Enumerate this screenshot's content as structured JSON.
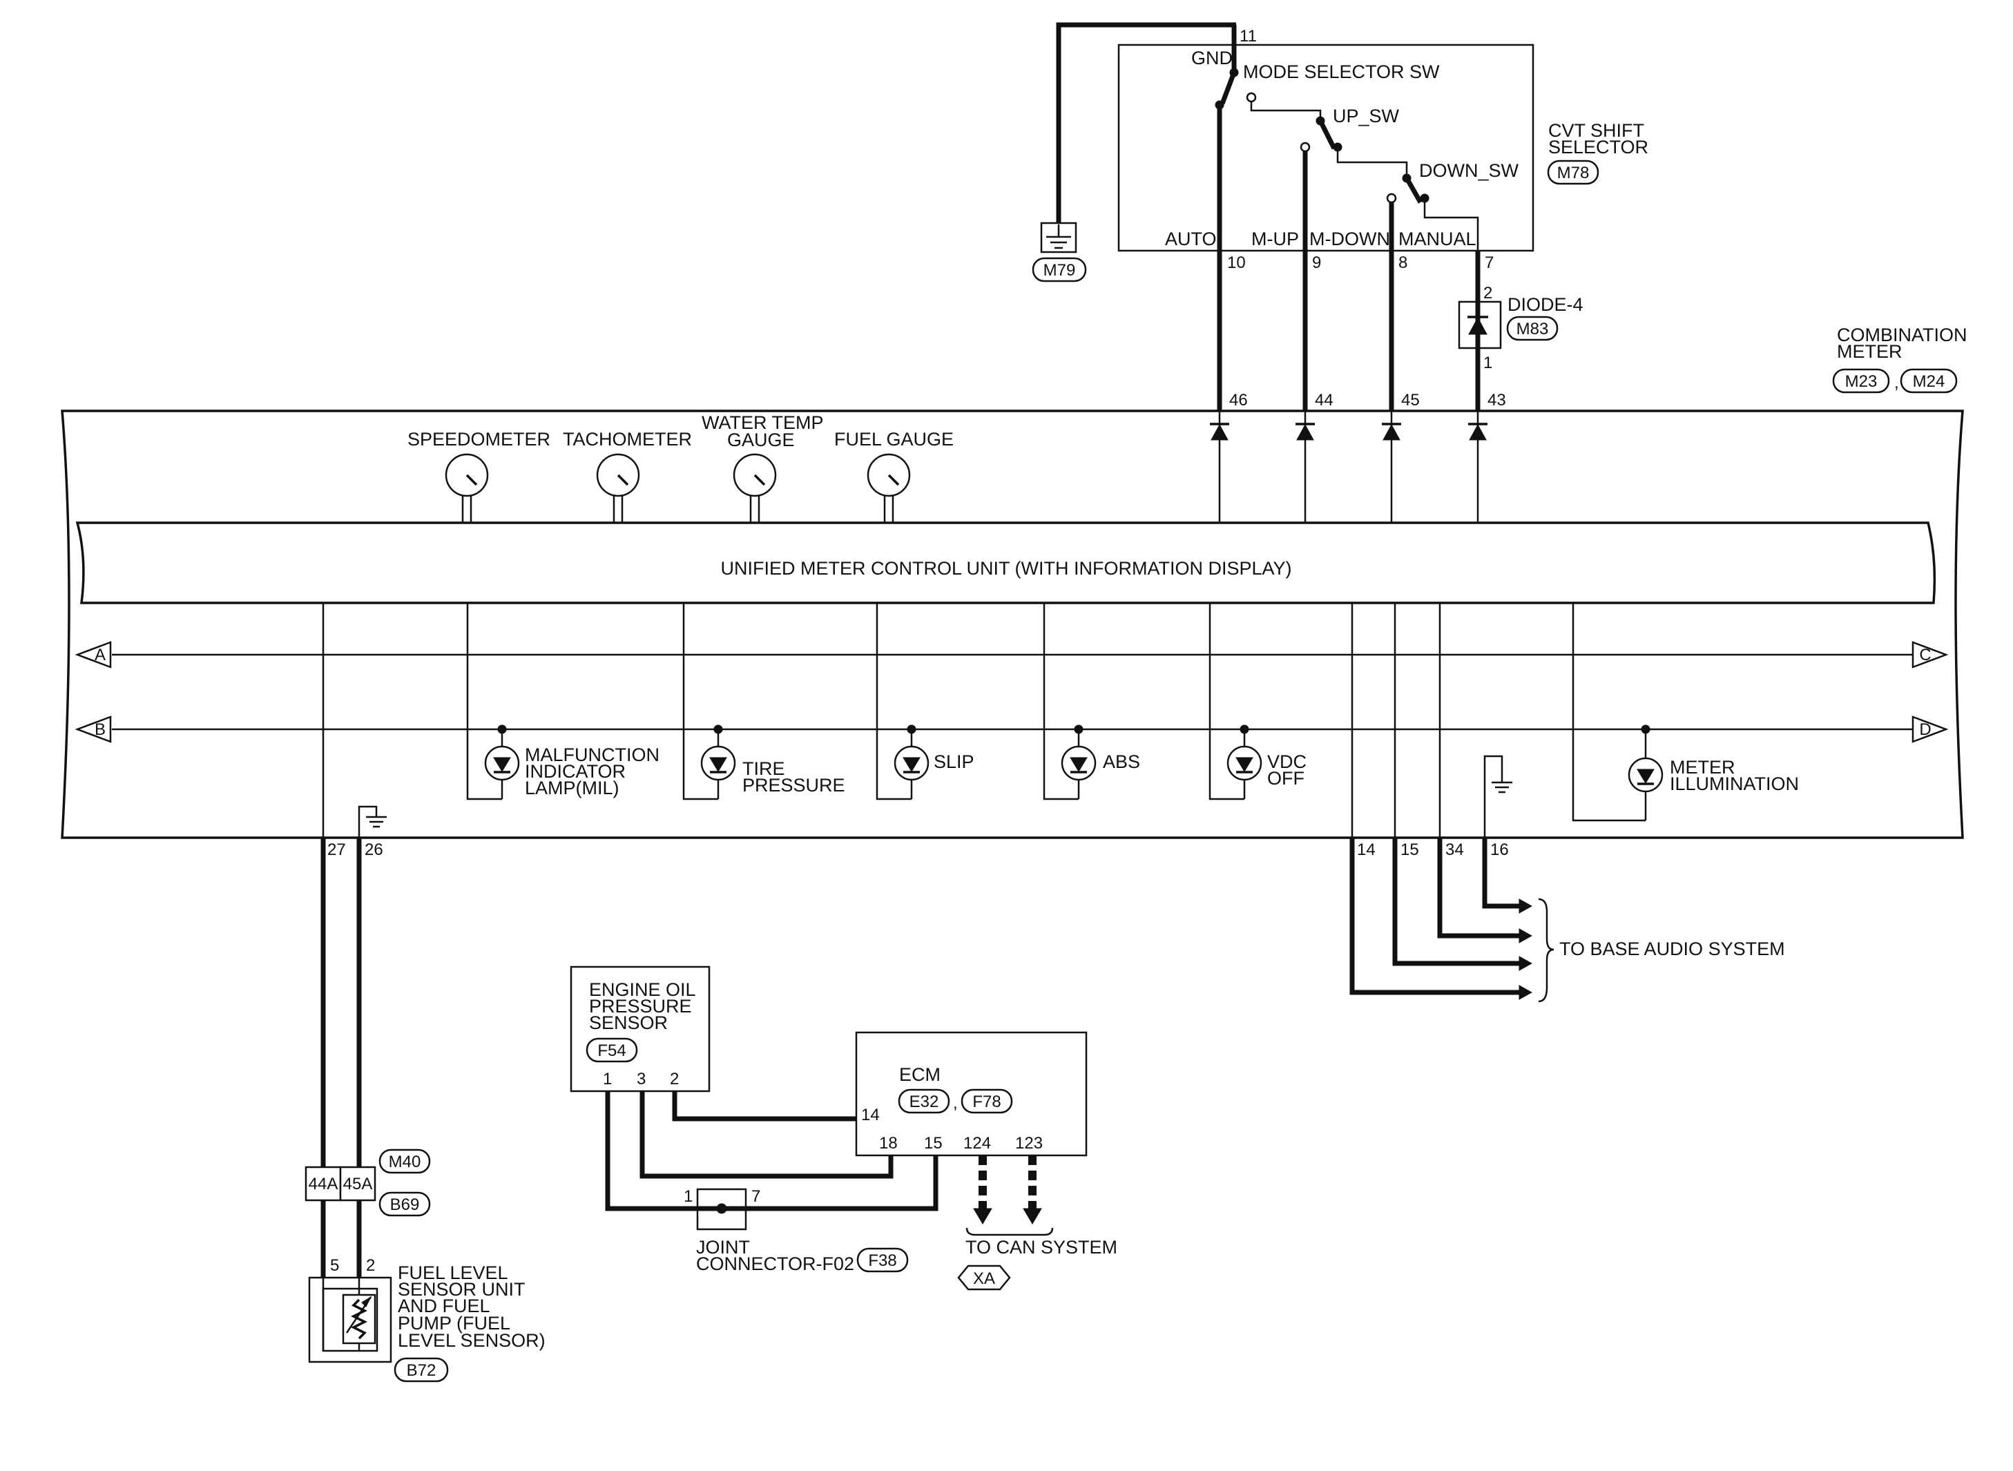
{
  "components": {
    "cvt_selector": {
      "name_1": "CVT SHIFT",
      "name_2": "SELECTOR",
      "connector": "M78",
      "mode_sw": "MODE SELECTOR SW",
      "up_sw": "UP_SW",
      "down_sw": "DOWN_SW",
      "gnd": "GND",
      "auto": "AUTO",
      "m_up": "M-UP",
      "m_down": "M-DOWN",
      "manual": "MANUAL",
      "pins": {
        "p11": "11",
        "p10": "10",
        "p9": "9",
        "p8": "8",
        "p7": "7"
      }
    },
    "ground_m79": {
      "connector": "M79"
    },
    "diode": {
      "name": "DIODE-4",
      "connector": "M83",
      "pin_top": "2",
      "pin_bottom": "1"
    },
    "combination_meter": {
      "name_1": "COMBINATION",
      "name_2": "METER",
      "connector_1": "M23",
      "sep": ",",
      "connector_2": "M24",
      "pins_top": {
        "p46": "46",
        "p44": "44",
        "p45": "45",
        "p43": "43"
      },
      "pins_bottom": {
        "p27": "27",
        "p26": "26",
        "p14": "14",
        "p15": "15",
        "p34": "34",
        "p16": "16"
      }
    },
    "gauges": {
      "speedometer": "SPEEDOMETER",
      "tachometer": "TACHOMETER",
      "water_temp_1": "WATER TEMP",
      "water_temp_2": "GAUGE",
      "fuel_gauge": "FUEL GAUGE"
    },
    "control_unit": {
      "label": "UNIFIED METER CONTROL UNIT (WITH INFORMATION DISPLAY)"
    },
    "indicators": {
      "mil_1": "MALFUNCTION",
      "mil_2": "INDICATOR",
      "mil_3": "LAMP(MIL)",
      "tire_1": "TIRE",
      "tire_2": "PRESSURE",
      "slip": "SLIP",
      "abs": "ABS",
      "vdc_1": "VDC",
      "vdc_2": "OFF",
      "illum_1": "METER",
      "illum_2": "ILLUMINATION"
    },
    "terminals": {
      "a": "A",
      "b": "B",
      "c": "C",
      "d": "D"
    },
    "audio": {
      "label": "TO BASE AUDIO SYSTEM"
    },
    "oil_sensor": {
      "name_1": "ENGINE OIL",
      "name_2": "PRESSURE",
      "name_3": "SENSOR",
      "connector": "F54",
      "pin1": "1",
      "pin3": "3",
      "pin2": "2"
    },
    "ecm": {
      "name": "ECM",
      "connector_1": "E32",
      "sep": ",",
      "connector_2": "F78",
      "pin14": "14",
      "pin18": "18",
      "pin15": "15",
      "pin124": "124",
      "pin123": "123"
    },
    "can": {
      "label": "TO CAN SYSTEM",
      "tag": "XA"
    },
    "joint": {
      "name_1": "JOINT",
      "name_2": "CONNECTOR-F02",
      "connector": "F38",
      "pin1": "1",
      "pin7": "7"
    },
    "harness": {
      "m40": "M40",
      "b69": "B69",
      "pin44a": "44A",
      "pin45a": "45A"
    },
    "fuel_sensor": {
      "name_1": "FUEL LEVEL",
      "name_2": "SENSOR UNIT",
      "name_3": "AND FUEL",
      "name_4": "PUMP (FUEL",
      "name_5": "LEVEL SENSOR)",
      "connector": "B72",
      "pin5": "5",
      "pin2": "2"
    }
  }
}
